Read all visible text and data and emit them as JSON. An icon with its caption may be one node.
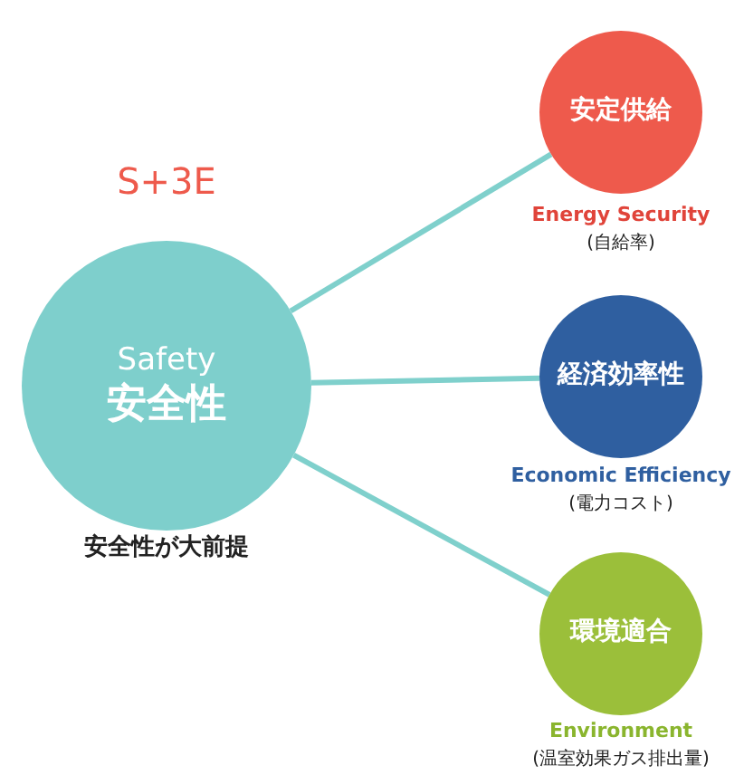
{
  "diagram": {
    "nodes": [
      {
        "text": [
          "Safety",
          "安全性"
        ],
        "beside": [
          "S+3E",
          "安全性が大前提"
        ]
      },
      {
        "text": [
          "安定供給"
        ],
        "beside": [
          "Energy Security",
          "(自給率)"
        ]
      },
      {
        "text": [
          "経済効率性"
        ],
        "beside": [
          "Economic Efficiency",
          "(電力コスト)"
        ]
      },
      {
        "text": [
          "環境適合"
        ],
        "beside": [
          "Environment",
          "(温室効果ガス排出量)"
        ]
      }
    ],
    "edges": [
      {
        "from": 0,
        "to": 1,
        "arrow": "none"
      },
      {
        "from": 0,
        "to": 2,
        "arrow": "none"
      },
      {
        "from": 0,
        "to": 3,
        "arrow": "none"
      }
    ]
  }
}
